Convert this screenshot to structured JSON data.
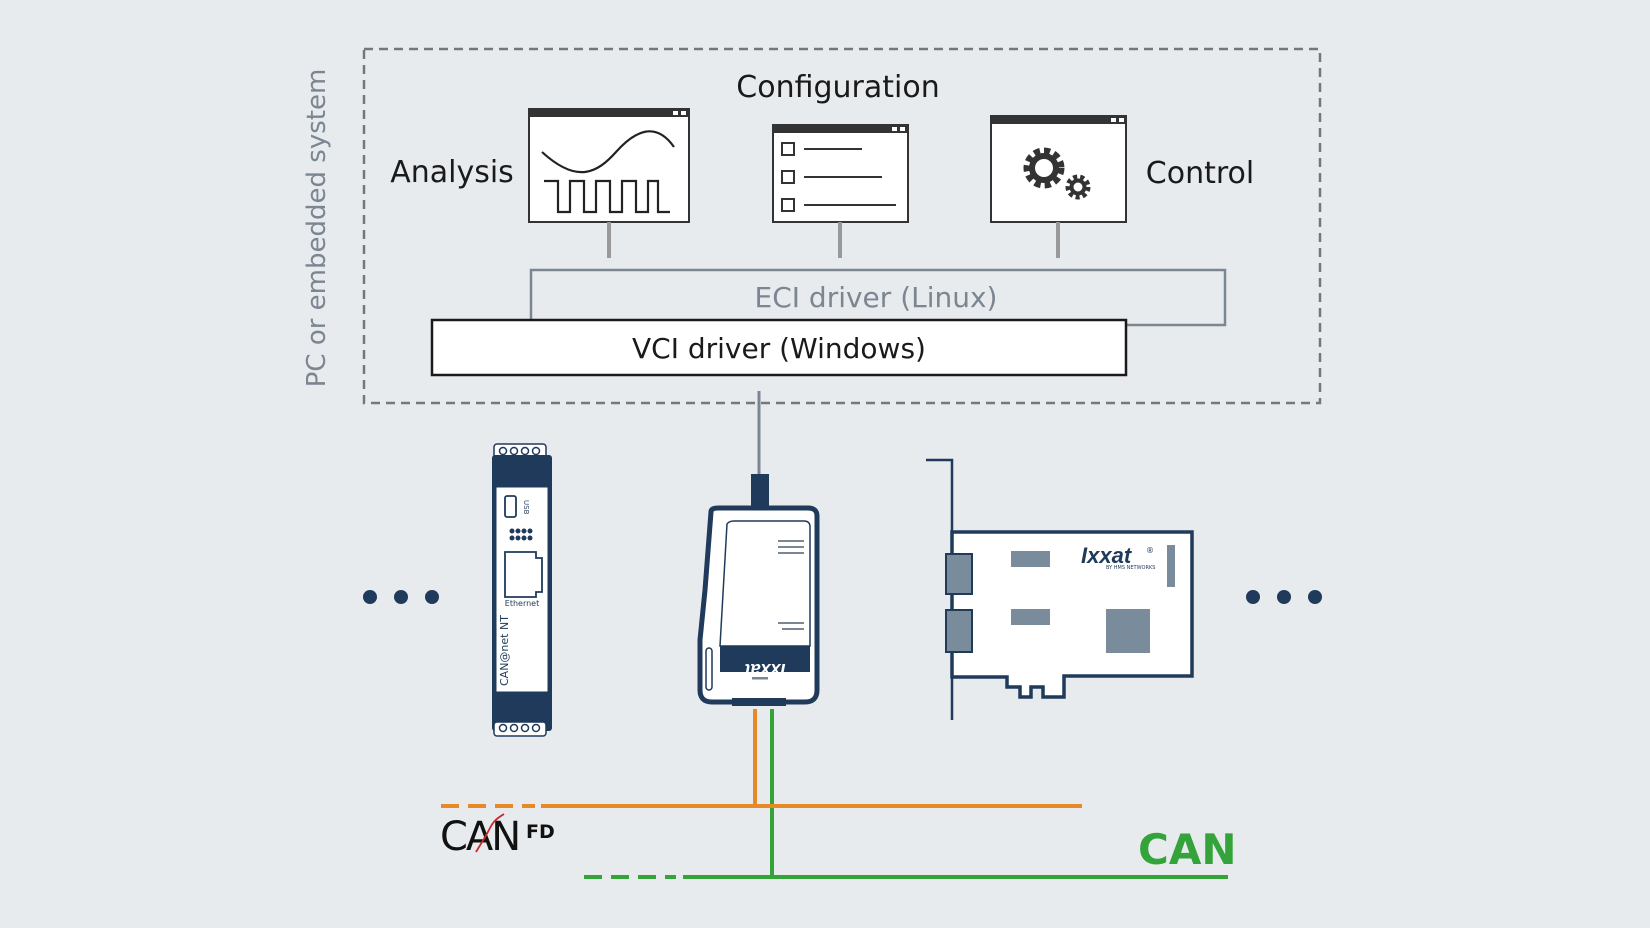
{
  "system": {
    "label": "PC or embedded system"
  },
  "apps": {
    "configuration_label": "Configuration",
    "analysis_label": "Analysis",
    "control_label": "Control"
  },
  "drivers": {
    "eci_label": "ECI driver (Linux)",
    "vci_label": "VCI driver (Windows)"
  },
  "devices": {
    "din_rail": {
      "usb_label": "USB",
      "ethernet_label": "Ethernet",
      "product_label": "CAN@net NT"
    },
    "usb_interface": {
      "brand": "Ixxat"
    },
    "pcie_card": {
      "brand": "Ixxat",
      "trademark": "®",
      "tagline": "BY HMS NETWORKS"
    }
  },
  "buses": {
    "canfd_logo_text": "CAN",
    "canfd_logo_suffix": "FD",
    "can_logo_text": "CAN"
  },
  "colors": {
    "background": "#e8ebee",
    "navy": "#1f3a5a",
    "dark_gray": "#333333",
    "driver_gray": "#7c8592",
    "canfd_orange": "#e58a26",
    "can_green": "#34a33a",
    "chip_gray": "#7a8c9c"
  }
}
